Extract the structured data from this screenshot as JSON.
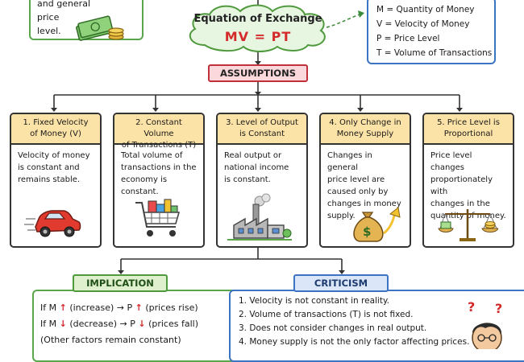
{
  "top_left": {
    "lines": [
      "and general price",
      "level."
    ]
  },
  "equation": {
    "title": "Equation of Exchange",
    "formula": "MV = PT"
  },
  "legend": {
    "items": [
      "M = Quantity of Money",
      "V = Velocity of Money",
      "P = Price Level",
      "T = Volume of Transactions"
    ]
  },
  "assumptions": {
    "label": "ASSUMPTIONS",
    "cards": [
      {
        "head": [
          "1. Fixed Velocity",
          "of Money (V)"
        ],
        "body": [
          "Velocity of money",
          "is constant and",
          "remains stable."
        ],
        "icon": "car-icon"
      },
      {
        "head": [
          "2. Constant Volume",
          "of Transactions (T)"
        ],
        "body": [
          "Total volume of",
          "transactions in the",
          "economy is constant."
        ],
        "icon": "shopping-cart-icon"
      },
      {
        "head": [
          "3. Level of Output",
          "is Constant"
        ],
        "body": [
          "Real output or",
          "national income",
          "is constant."
        ],
        "icon": "factory-icon"
      },
      {
        "head": [
          "4. Only Change in",
          "Money Supply"
        ],
        "body": [
          "Changes in general",
          "price level are",
          "caused only by",
          "changes in money",
          "supply."
        ],
        "icon": "money-bag-icon"
      },
      {
        "head": [
          "5. Price Level is",
          "Proportional"
        ],
        "body": [
          "Price level changes",
          "proportionately with",
          "changes in the",
          "quantity of money."
        ],
        "icon": "balance-scale-icon"
      }
    ]
  },
  "implication": {
    "label": "IMPLICATION",
    "lines": [
      {
        "a": "If M",
        "b": "(increase)",
        "c": "P",
        "d": "(prices rise)"
      },
      {
        "a": "If M",
        "b": "(decrease)",
        "c": "P",
        "d": "(prices fall)"
      }
    ],
    "note": "(Other factors remain constant)"
  },
  "criticism": {
    "label": "CRITICISM",
    "items": [
      "1. Velocity is not constant in reality.",
      "2. Volume of transactions (T) is not fixed.",
      "3. Does not consider changes in real output.",
      "4. Money supply is not the only factor affecting prices."
    ],
    "marks": "?"
  }
}
